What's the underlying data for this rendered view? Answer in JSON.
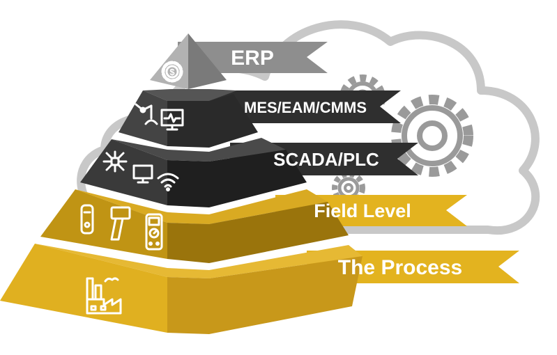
{
  "diagram": {
    "type": "automation-pyramid",
    "background": "cloud-with-gears",
    "levels": [
      {
        "label": "ERP",
        "icon": "money-gear-icon",
        "color": "#8e8e8e"
      },
      {
        "label": "MES/EAM/CMMS",
        "icon": "robot-arm-monitor-icon",
        "color": "#3d3d3d"
      },
      {
        "label": "SCADA/PLC",
        "icon": "network-monitor-wifi-icon",
        "color": "#2e2e2e"
      },
      {
        "label": "Field Level",
        "icon": "measurement-tools-icon",
        "color": "#c89b16"
      },
      {
        "label": "The Process",
        "icon": "factory-icon",
        "color": "#e3b31f"
      }
    ],
    "colors": {
      "cloud_outline": "#c8c8c8",
      "gear": "#9a9a9a",
      "banner_gray": "#8e8e8e",
      "banner_dark": "#2f2f2f",
      "banner_gold": "#e3b31f"
    }
  }
}
